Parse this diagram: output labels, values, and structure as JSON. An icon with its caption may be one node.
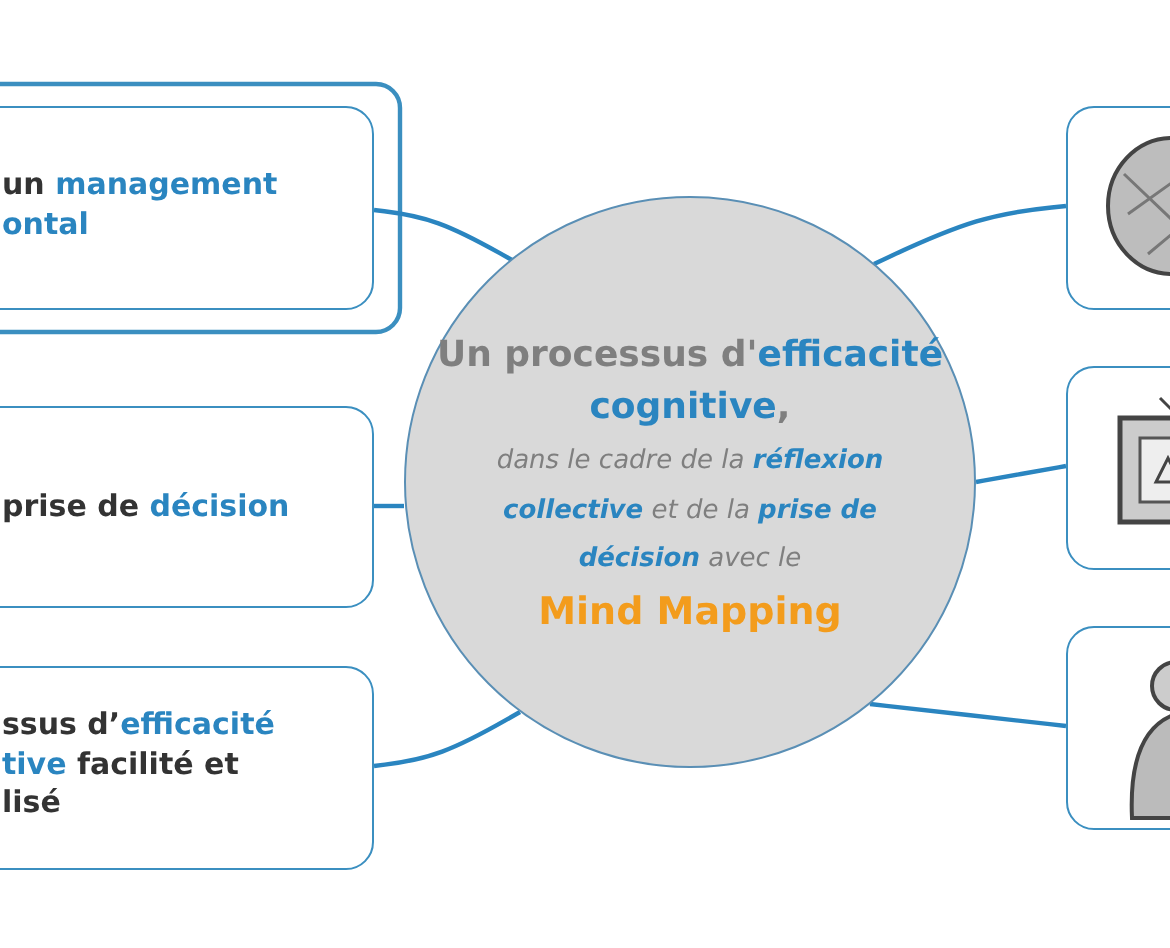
{
  "diagram": {
    "nodes": [
      {
        "text": [
          "un **management ontal**"
        ]
      },
      {
        "text": [
          "prise de **décision**"
        ]
      },
      {
        "text": [
          "ssus d’**efficacité tive** facilité et lisé"
        ]
      },
      {
        "text": [
          "Un processus d'**efficacité cognitive**,",
          "dans le cadre de la **réflexion collective** et de la **prise de décision** avec le",
          "Mind Mapping"
        ]
      },
      {
        "text": [],
        "shape": "box"
      },
      {
        "text": [],
        "shape": "box"
      },
      {
        "text": [],
        "shape": "box"
      }
    ],
    "edges": [
      {
        "from": 3,
        "to": 0,
        "arrow": "none"
      },
      {
        "from": 3,
        "to": 1,
        "arrow": "none"
      },
      {
        "from": 3,
        "to": 2,
        "arrow": "none"
      },
      {
        "from": 3,
        "to": 4,
        "arrow": "none"
      },
      {
        "from": 3,
        "to": 5,
        "arrow": "none"
      },
      {
        "from": 3,
        "to": 6,
        "arrow": "none"
      }
    ]
  }
}
